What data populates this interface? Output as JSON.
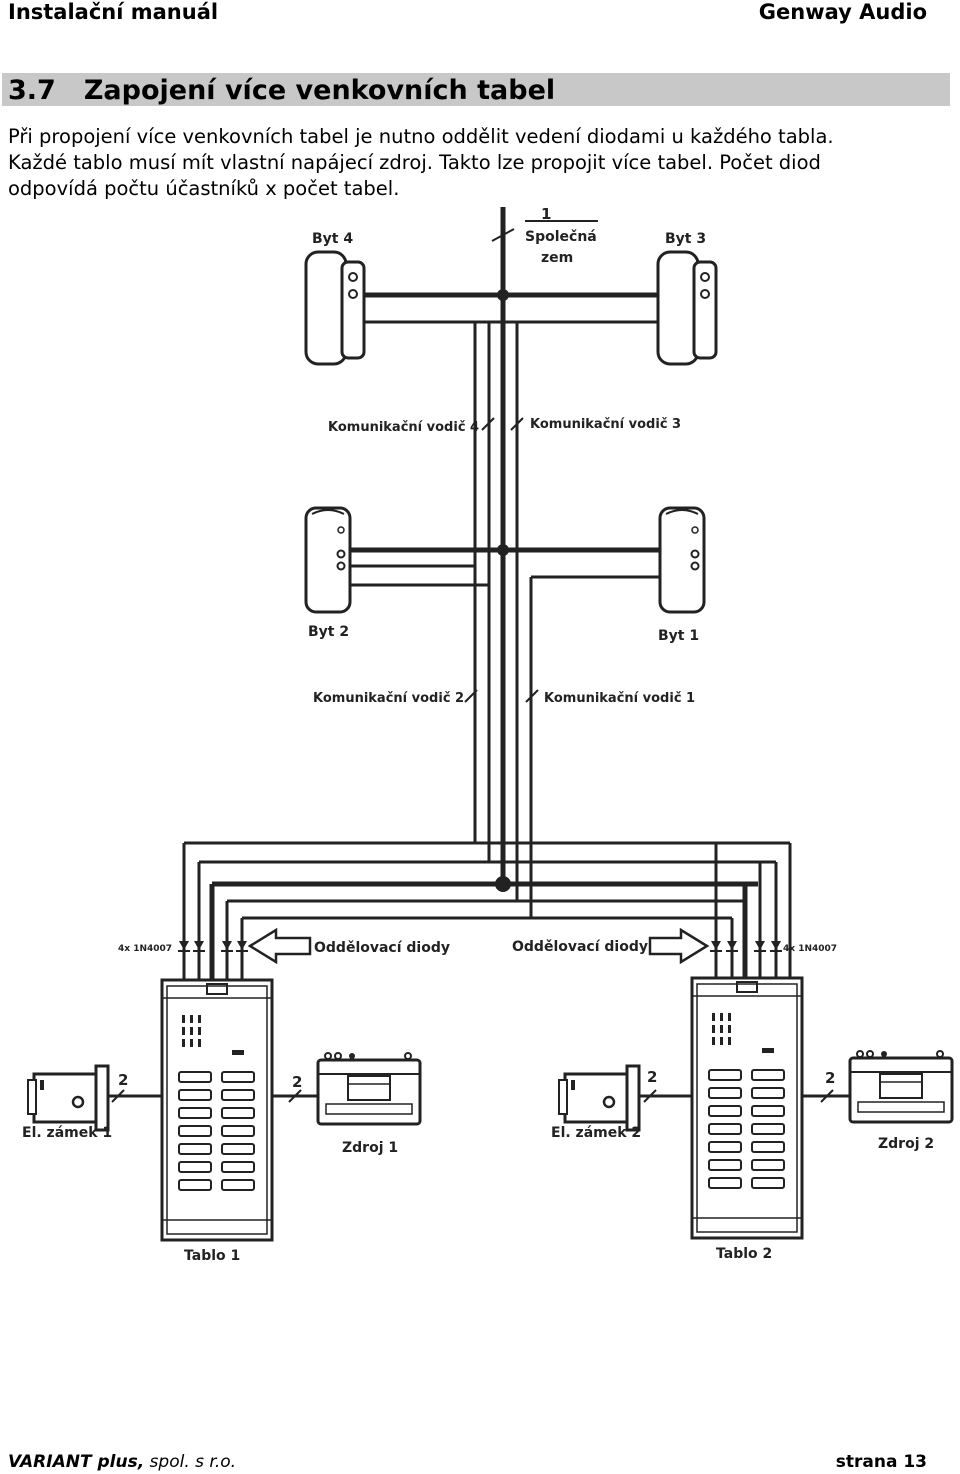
{
  "header": {
    "left": "Instalační manuál",
    "right": "Genway Audio"
  },
  "section": {
    "number": "3.7",
    "title": "Zapojení více venkovních tabel"
  },
  "paragraph": {
    "line1": "Při propojení více venkovních tabel je nutno oddělit vedení diodami u každého tabla.",
    "line2": "Každé tablo musí mít vlastní napájecí zdroj. Takto lze propojit více tabel. Počet diod",
    "line3": "odpovídá počtu účastníků x počet tabel."
  },
  "diagram": {
    "wire_1": "1",
    "common_ground_1": "Společná",
    "common_ground_2": "zem",
    "byt4": "Byt 4",
    "byt3": "Byt 3",
    "byt2": "Byt 2",
    "byt1": "Byt 1",
    "wire4": "Komunikační vodič 4",
    "wire3": "Komunikační vodič 3",
    "wire2": "Komunikační vodič 2",
    "wire1": "Komunikační vodič 1",
    "diodes_left": "Oddělovací diody",
    "diodes_right": "Oddělovací diody",
    "diode_type_left": "4x 1N4007",
    "diode_type_right": "4x 1N4007",
    "lock1": "El. zámek 1",
    "lock2": "El. zámek 2",
    "psu1": "Zdroj 1",
    "psu2": "Zdroj 2",
    "panel1": "Tablo 1",
    "panel2": "Tablo 2",
    "two": "2"
  },
  "footer": {
    "company_bold": "VARIANT plus,",
    "company_rest": " spol. s r.o.",
    "page": "strana 13"
  }
}
